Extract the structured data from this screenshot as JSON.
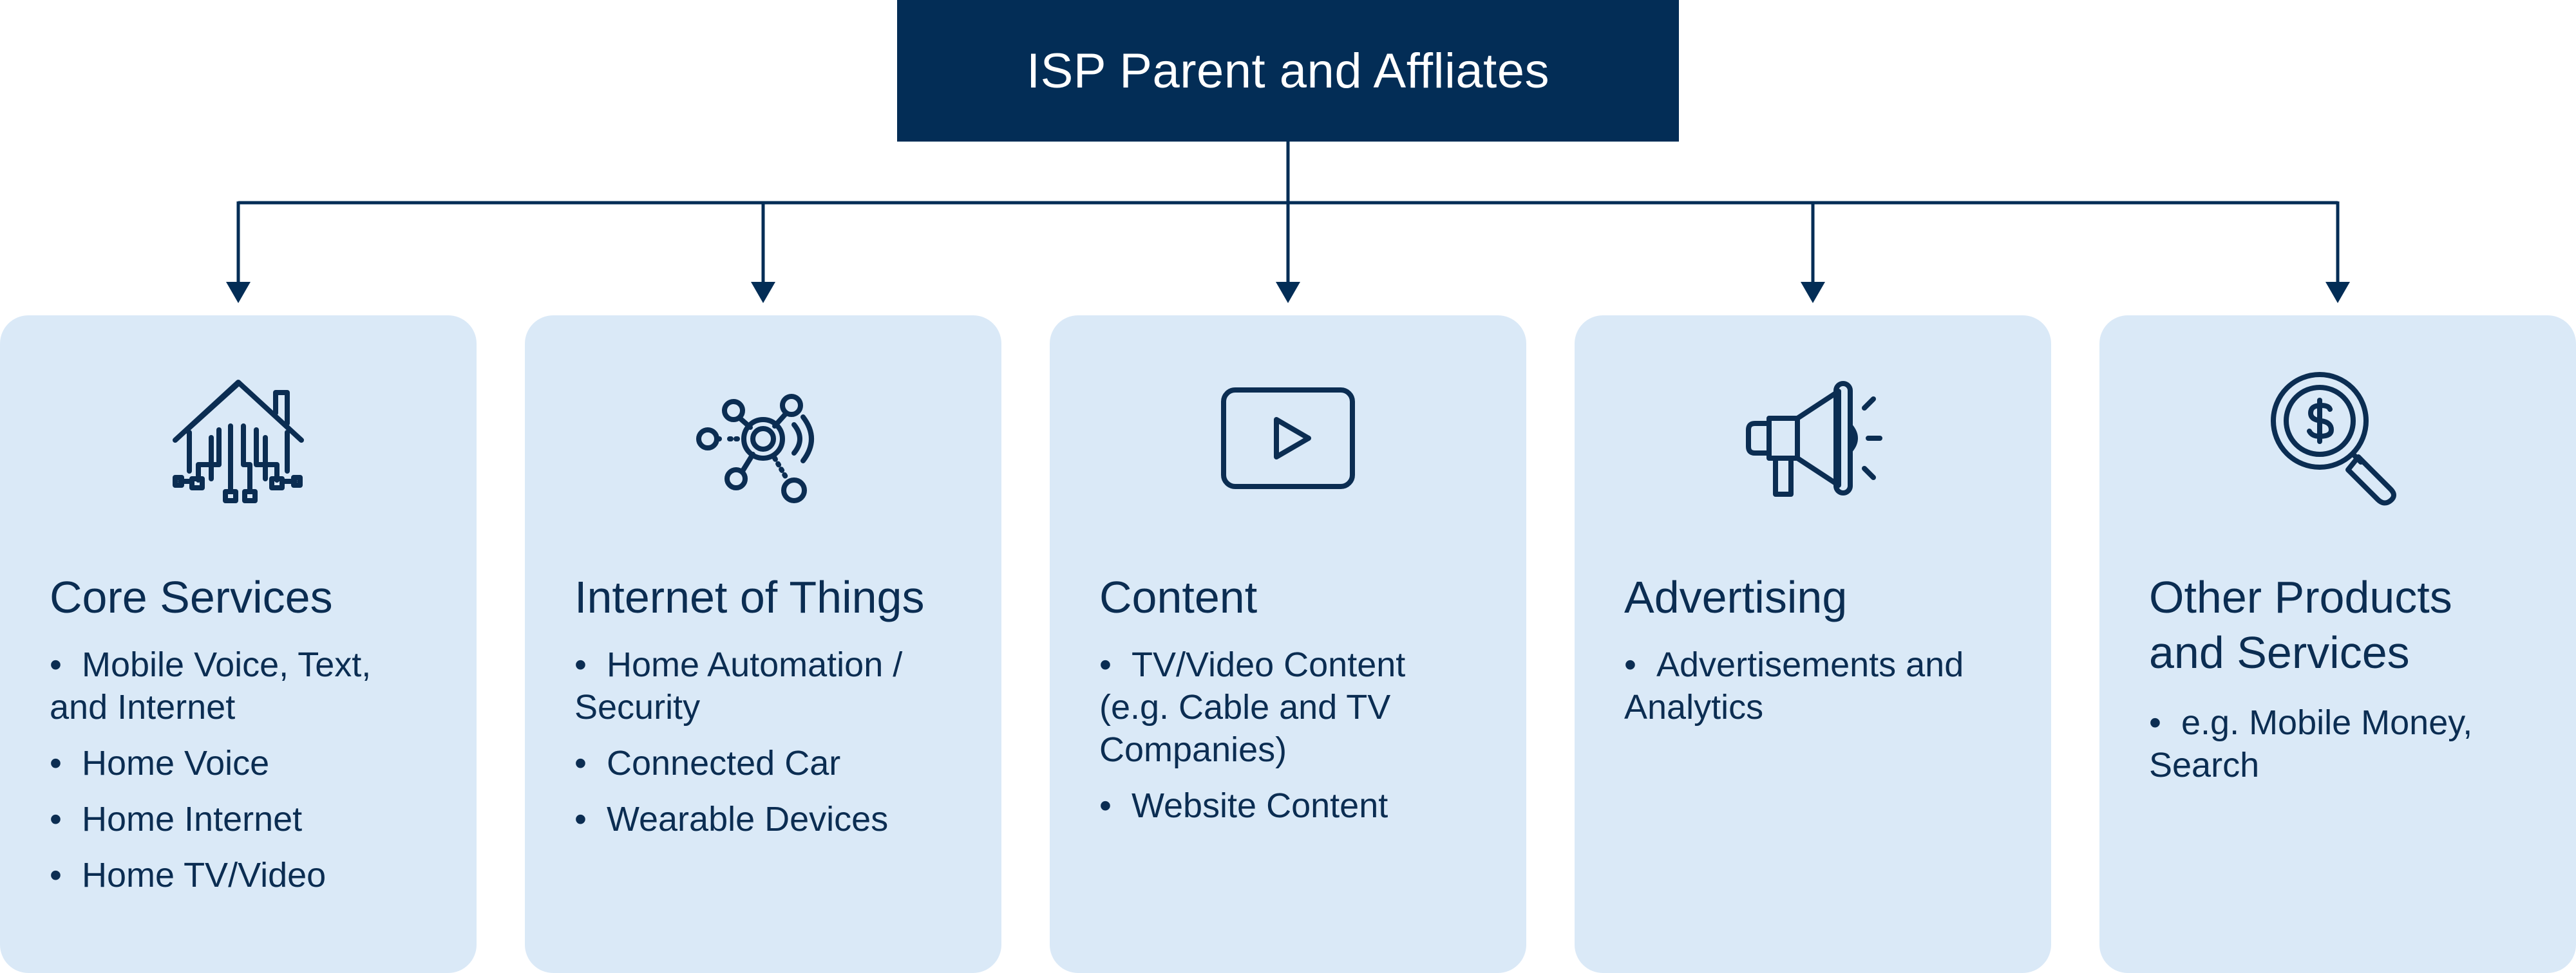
{
  "header": {
    "title": "ISP Parent and Affliates"
  },
  "colors": {
    "header_bg": "#032d56",
    "card_bg": "#dae9f7",
    "text": "#0b2d52",
    "connector": "#032d56"
  },
  "cards": [
    {
      "title_lines": [
        "Core Services"
      ],
      "icon": "smart-home-icon",
      "items": [
        [
          "Mobile Voice, Text,",
          "and Internet"
        ],
        [
          "Home Voice"
        ],
        [
          "Home Internet"
        ],
        [
          "Home TV/Video"
        ]
      ]
    },
    {
      "title_lines": [
        "Internet of Things"
      ],
      "icon": "network-nodes-icon",
      "items": [
        [
          "Home Automation /",
          "Security"
        ],
        [
          "Connected Car"
        ],
        [
          "Wearable Devices"
        ]
      ]
    },
    {
      "title_lines": [
        "Content"
      ],
      "icon": "video-play-icon",
      "items": [
        [
          "TV/Video Content",
          "(e.g. Cable and TV",
          "Companies)"
        ],
        [
          "Website Content"
        ]
      ]
    },
    {
      "title_lines": [
        "Advertising"
      ],
      "icon": "megaphone-icon",
      "items": [
        [
          "Advertisements and",
          "Analytics"
        ]
      ]
    },
    {
      "title_lines": [
        "Other Products",
        "and Services"
      ],
      "icon": "search-money-icon",
      "items": [
        [
          "e.g. Mobile Money,",
          "Search"
        ]
      ]
    }
  ]
}
